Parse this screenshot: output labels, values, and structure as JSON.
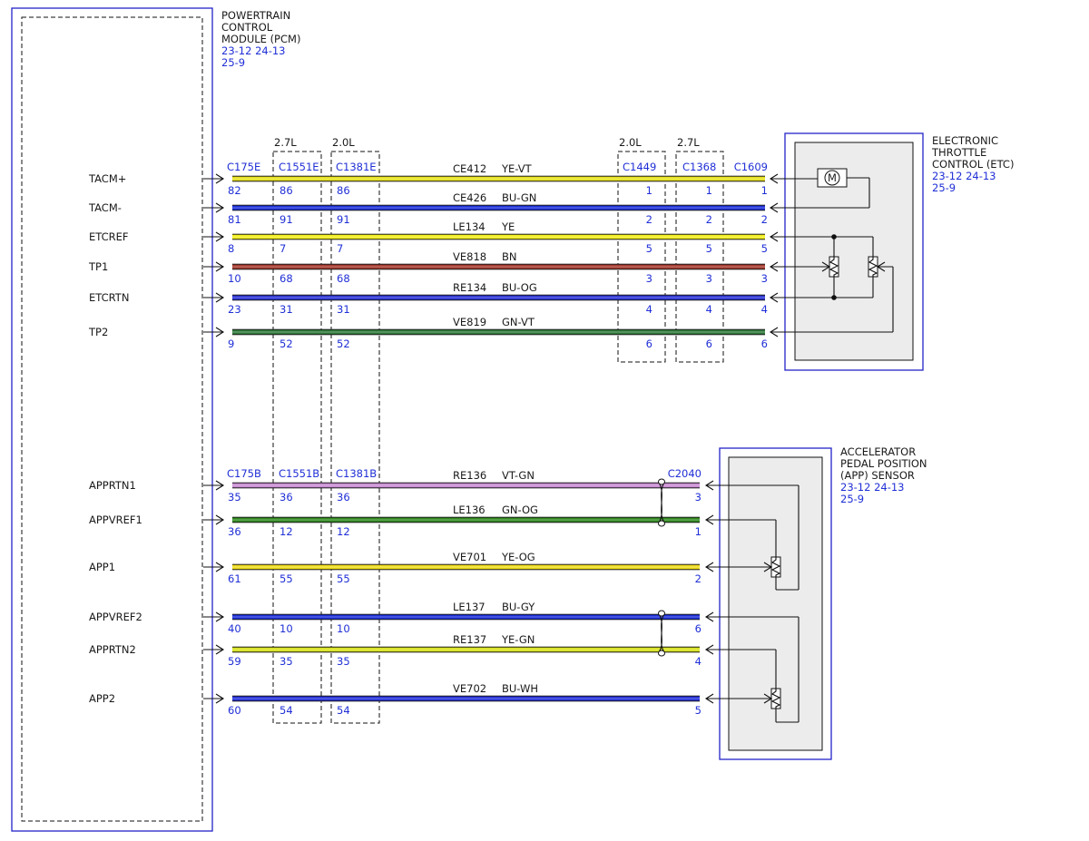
{
  "modules": {
    "pcm": {
      "lines": [
        "POWERTRAIN",
        "CONTROL",
        "MODULE (PCM)",
        "23-12  24-13",
        "25-9"
      ]
    },
    "etc": {
      "lines": [
        "ELECTRONIC",
        "THROTTLE",
        "CONTROL (ETC)",
        "23-12  24-13",
        "25-9"
      ]
    },
    "app": {
      "lines": [
        "ACCELERATOR",
        "PEDAL POSITION",
        "(APP) SENSOR",
        "23-12  24-13",
        "25-9"
      ]
    }
  },
  "engine_labels": {
    "c1551": "2.7L",
    "c1381": "2.0L",
    "c1449": "2.0L",
    "c1368": "2.7L"
  },
  "connectors_top": {
    "pcm": "C175E",
    "c1551": "C1551E",
    "c1381": "C1381E",
    "c1449": "C1449",
    "c1368": "C1368",
    "etc": "C1609"
  },
  "connectors_bottom": {
    "pcm": "C175B",
    "c1551": "C1551B",
    "c1381": "C1381B",
    "app": "C2040"
  },
  "colors": {
    "YE-VT": "#e6e01c",
    "BU-GN": "#1c2fd8",
    "YE": "#f2ee1a",
    "BN": "#a53a2e",
    "BU-OG": "#2a33d2",
    "GN-VT": "#2f7a3a",
    "VT-GN": "#c98cd2",
    "GN-OG": "#2f8a1e",
    "YE-OG": "#f0dc1a",
    "BU-GY": "#1c2fd8",
    "YE-GN": "#d8e21c",
    "BU-WH": "#2430d8"
  },
  "top_wires": [
    {
      "signal": "TACM+",
      "circuit": "CE412",
      "color": "YE-VT",
      "pins": [
        "82",
        "86",
        "86",
        "1",
        "1",
        "1"
      ]
    },
    {
      "signal": "TACM-",
      "circuit": "CE426",
      "color": "BU-GN",
      "pins": [
        "81",
        "91",
        "91",
        "2",
        "2",
        "2"
      ]
    },
    {
      "signal": "ETCREF",
      "circuit": "LE134",
      "color": "YE",
      "pins": [
        "8",
        "7",
        "7",
        "5",
        "5",
        "5"
      ]
    },
    {
      "signal": "TP1",
      "circuit": "VE818",
      "color": "BN",
      "pins": [
        "10",
        "68",
        "68",
        "3",
        "3",
        "3"
      ]
    },
    {
      "signal": "ETCRTN",
      "circuit": "RE134",
      "color": "BU-OG",
      "pins": [
        "23",
        "31",
        "31",
        "4",
        "4",
        "4"
      ]
    },
    {
      "signal": "TP2",
      "circuit": "VE819",
      "color": "GN-VT",
      "pins": [
        "9",
        "52",
        "52",
        "6",
        "6",
        "6"
      ]
    }
  ],
  "bottom_wires": [
    {
      "signal": "APPRTN1",
      "circuit": "RE136",
      "color": "VT-GN",
      "pins": [
        "35",
        "36",
        "36",
        "3"
      ]
    },
    {
      "signal": "APPVREF1",
      "circuit": "LE136",
      "color": "GN-OG",
      "pins": [
        "36",
        "12",
        "12",
        "1"
      ]
    },
    {
      "signal": "APP1",
      "circuit": "VE701",
      "color": "YE-OG",
      "pins": [
        "61",
        "55",
        "55",
        "2"
      ]
    },
    {
      "signal": "APPVREF2",
      "circuit": "LE137",
      "color": "BU-GY",
      "pins": [
        "40",
        "10",
        "10",
        "6"
      ]
    },
    {
      "signal": "APPRTN2",
      "circuit": "RE137",
      "color": "YE-GN",
      "pins": [
        "59",
        "35",
        "35",
        "4"
      ]
    },
    {
      "signal": "APP2",
      "circuit": "VE702",
      "color": "BU-WH",
      "pins": [
        "60",
        "54",
        "54",
        "5"
      ]
    }
  ],
  "motor_symbol": "M"
}
